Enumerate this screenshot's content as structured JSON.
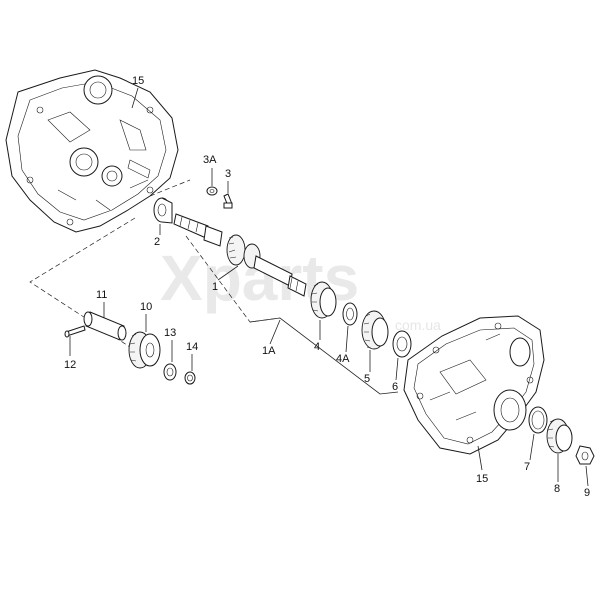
{
  "watermark": {
    "main": "Xparts",
    "sub": "com.ua"
  },
  "labels": {
    "l15a": "15",
    "l3a": "3A",
    "l3": "3",
    "l2": "2",
    "l1": "1",
    "l11": "11",
    "l10": "10",
    "l13": "13",
    "l14": "14",
    "l12": "12",
    "l1a": "1A",
    "l4": "4",
    "l4a": "4A",
    "l5": "5",
    "l6": "6",
    "l7": "7",
    "l15b": "15",
    "l8": "8",
    "l9": "9"
  }
}
